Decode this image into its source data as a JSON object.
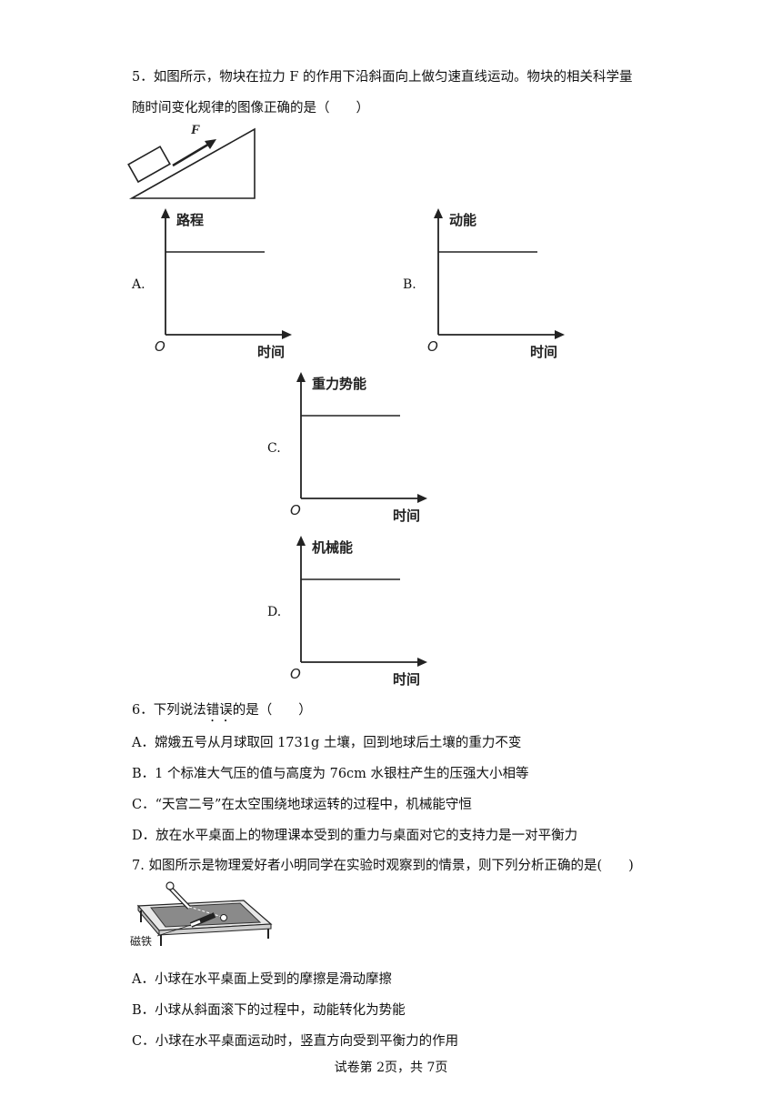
{
  "q5": {
    "stem_line1": "5．如图所示，物块在拉力 F 的作用下沿斜面向上做匀速直线运动。物块的相关科学量",
    "stem_line2": "随时间变化规律的图像正确的是（　　）",
    "incline_force_label": "F",
    "options": [
      {
        "letter": "A.",
        "y_label": "路程",
        "x_label": "时间",
        "origin": "O"
      },
      {
        "letter": "B.",
        "y_label": "动能",
        "x_label": "时间",
        "origin": "O"
      },
      {
        "letter": "C.",
        "y_label": "重力势能",
        "x_label": "时间",
        "origin": "O"
      },
      {
        "letter": "D.",
        "y_label": "机械能",
        "x_label": "时间",
        "origin": "O"
      }
    ]
  },
  "q6": {
    "stem_prefix": "6．下列说法",
    "stem_emph": "错误",
    "stem_suffix": "的是（　　）",
    "options": [
      "A．嫦娥五号从月球取回 1731g 土壤，回到地球后土壤的重力不变",
      "B．1 个标准大气压的值与高度为 76cm 水银柱产生的压强大小相等",
      "C．“天宫二号”在太空围绕地球运转的过程中，机械能守恒",
      "D．放在水平桌面上的物理课本受到的重力与桌面对它的支持力是一对平衡力"
    ]
  },
  "q7": {
    "stem": "7. 如图所示是物理爱好者小明同学在实验时观察到的情景，则下列分析正确的是(　　)",
    "magnet_label": "磁铁",
    "options": [
      "A．小球在水平桌面上受到的摩擦是滑动摩擦",
      "B．小球从斜面滚下的过程中，动能转化为势能",
      "C．小球在水平桌面运动时，竖直方向受到平衡力的作用"
    ]
  },
  "footer": "试卷第 2页，共 7页"
}
